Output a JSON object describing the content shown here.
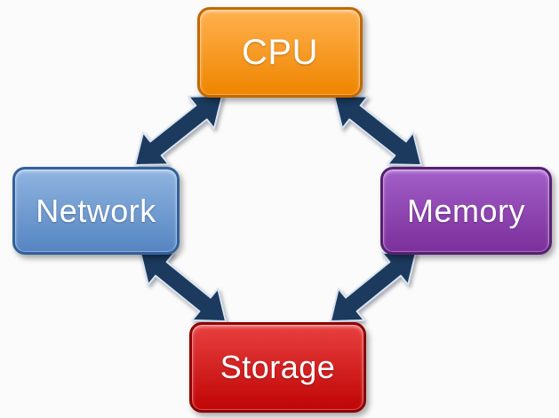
{
  "diagram": {
    "background_color": "#fbfbfb",
    "arrow_color": "#1B3A5E",
    "arrow_outline_color": "#D9E3F0",
    "nodes": [
      {
        "id": "cpu",
        "label": "CPU",
        "color_light": "#FFB14E",
        "color_dark": "#EF8500",
        "border_color": "#C26800"
      },
      {
        "id": "network",
        "label": "Network",
        "color_light": "#8FB4E0",
        "color_dark": "#5585C2",
        "border_color": "#31619B"
      },
      {
        "id": "memory",
        "label": "Memory",
        "color_light": "#A35FC9",
        "color_dark": "#7B2F9B",
        "border_color": "#571F73"
      },
      {
        "id": "storage",
        "label": "Storage",
        "color_light": "#E84040",
        "color_dark": "#C00505",
        "border_color": "#8E0000"
      }
    ],
    "connections": [
      {
        "from": "CPU",
        "to": "Network",
        "direction": "bidirectional"
      },
      {
        "from": "CPU",
        "to": "Memory",
        "direction": "bidirectional"
      },
      {
        "from": "Network",
        "to": "Storage",
        "direction": "bidirectional"
      },
      {
        "from": "Memory",
        "to": "Storage",
        "direction": "bidirectional"
      }
    ]
  }
}
